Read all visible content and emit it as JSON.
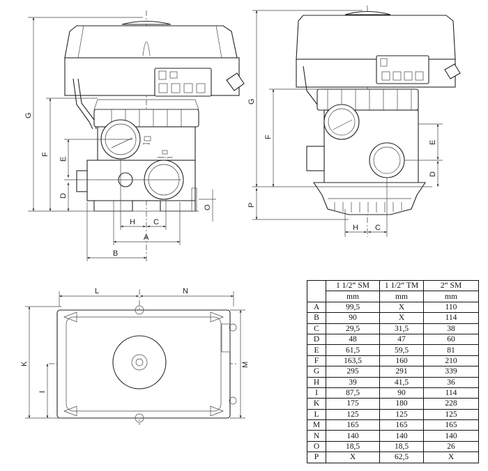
{
  "front_view": {
    "dimensions": [
      "G",
      "F",
      "E",
      "D",
      "O",
      "H",
      "C",
      "A",
      "B"
    ],
    "port_labels": {
      "pump": "pump",
      "return_pool": "return / pool"
    }
  },
  "side_view": {
    "dimensions": [
      "G",
      "F",
      "E",
      "D",
      "P",
      "H",
      "C"
    ]
  },
  "top_view": {
    "dimensions": [
      "L",
      "N",
      "K",
      "I",
      "M"
    ]
  },
  "table": {
    "headers": [
      {
        "size": "1 1/2“ SM",
        "unit": "mm"
      },
      {
        "size": "1 1/2“ TM",
        "unit": "mm"
      },
      {
        "size": "2“ SM",
        "unit": "mm"
      }
    ],
    "rows": [
      {
        "key": "A",
        "v": [
          "99,5",
          "X",
          "110"
        ]
      },
      {
        "key": "B",
        "v": [
          "90",
          "X",
          "114"
        ]
      },
      {
        "key": "C",
        "v": [
          "29,5",
          "31,5",
          "38"
        ]
      },
      {
        "key": "D",
        "v": [
          "48",
          "47",
          "60"
        ]
      },
      {
        "key": "E",
        "v": [
          "61,5",
          "59,5",
          "81"
        ]
      },
      {
        "key": "F",
        "v": [
          "163,5",
          "160",
          "210"
        ]
      },
      {
        "key": "G",
        "v": [
          "295",
          "291",
          "339"
        ]
      },
      {
        "key": "H",
        "v": [
          "39",
          "41,5",
          "36"
        ]
      },
      {
        "key": "I",
        "v": [
          "87,5",
          "90",
          "114"
        ]
      },
      {
        "key": "K",
        "v": [
          "175",
          "180",
          "228"
        ]
      },
      {
        "key": "L",
        "v": [
          "125",
          "125",
          "125"
        ]
      },
      {
        "key": "M",
        "v": [
          "165",
          "165",
          "165"
        ]
      },
      {
        "key": "N",
        "v": [
          "140",
          "140",
          "140"
        ]
      },
      {
        "key": "O",
        "v": [
          "18,5",
          "18,5",
          "26"
        ]
      },
      {
        "key": "P",
        "v": [
          "X",
          "62,5",
          "X"
        ]
      }
    ]
  }
}
